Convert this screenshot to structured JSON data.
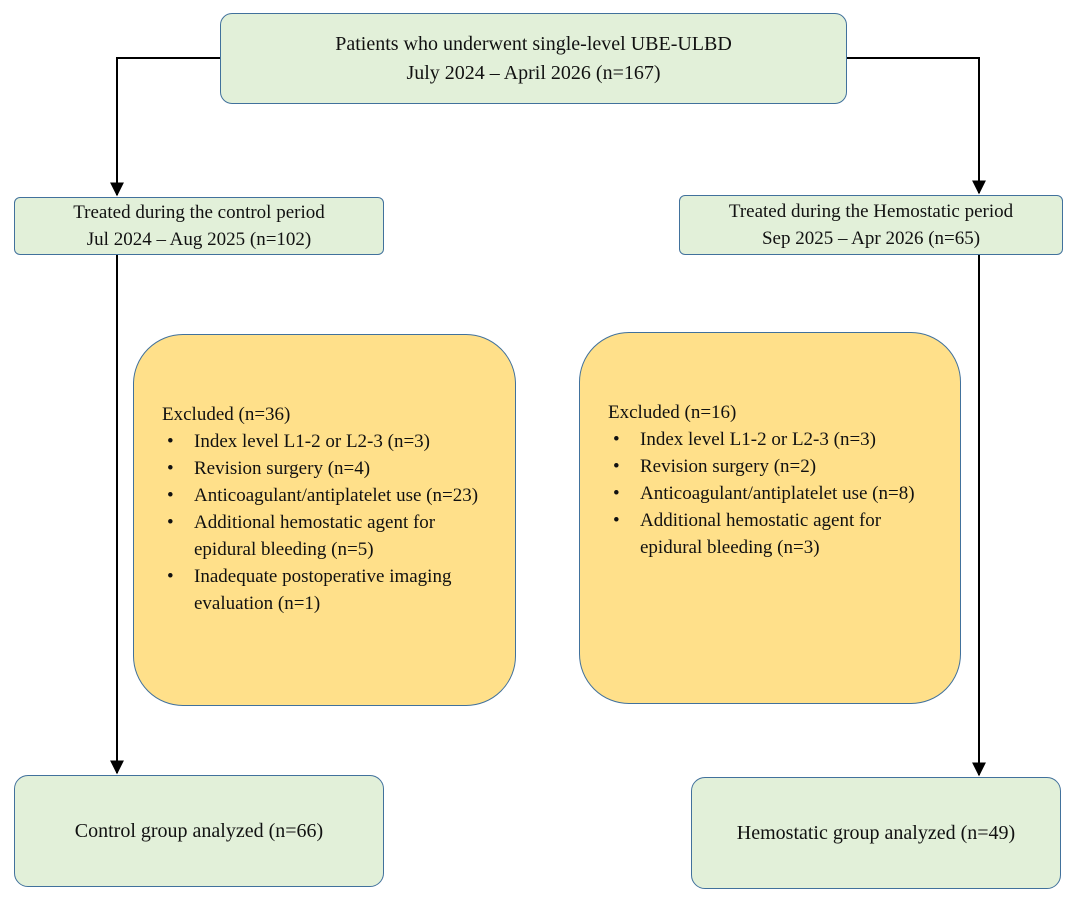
{
  "top": {
    "line1": "Patients who underwent single-level UBE-ULBD",
    "line2": "July 2024 – April 2026 (n=167)"
  },
  "control_period": {
    "line1": "Treated during the control period",
    "line2": "Jul 2024 – Aug 2025 (n=102)"
  },
  "hemostatic_period": {
    "line1": "Treated during the Hemostatic period",
    "line2": "Sep 2025 – Apr 2026 (n=65)"
  },
  "control_excluded": {
    "title": "Excluded (n=36)",
    "items": [
      "Index level L1-2 or L2-3 (n=3)",
      "Revision surgery (n=4)",
      "Anticoagulant/antiplatelet use (n=23)",
      "Additional hemostatic agent for epidural bleeding (n=5)",
      "Inadequate postoperative imaging evaluation (n=1)"
    ]
  },
  "hemostatic_excluded": {
    "title": "Excluded (n=16)",
    "items": [
      "Index level L1-2 or L2-3 (n=3)",
      "Revision surgery (n=2)",
      "Anticoagulant/antiplatelet use (n=8)",
      "Additional hemostatic agent for epidural bleeding (n=3)"
    ]
  },
  "control_analyzed": "Control group analyzed (n=66)",
  "hemostatic_analyzed": "Hemostatic group analyzed (n=49)",
  "colors": {
    "box_fill": "#e2f0d9",
    "box_border": "#41719c",
    "excluded_fill": "#ffe08a",
    "arrow": "#000000"
  }
}
